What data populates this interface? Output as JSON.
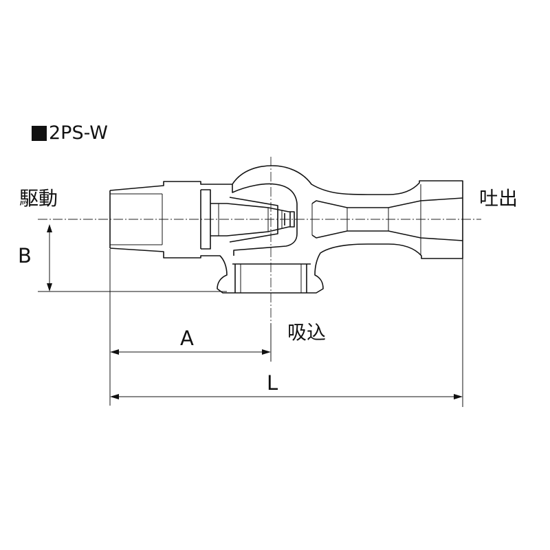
{
  "title": "2PS-W",
  "labels": {
    "drive": "駆動",
    "discharge": "吐出",
    "suction": "吸込"
  },
  "dimensions": {
    "A": "A",
    "B": "B",
    "L": "L"
  }
}
